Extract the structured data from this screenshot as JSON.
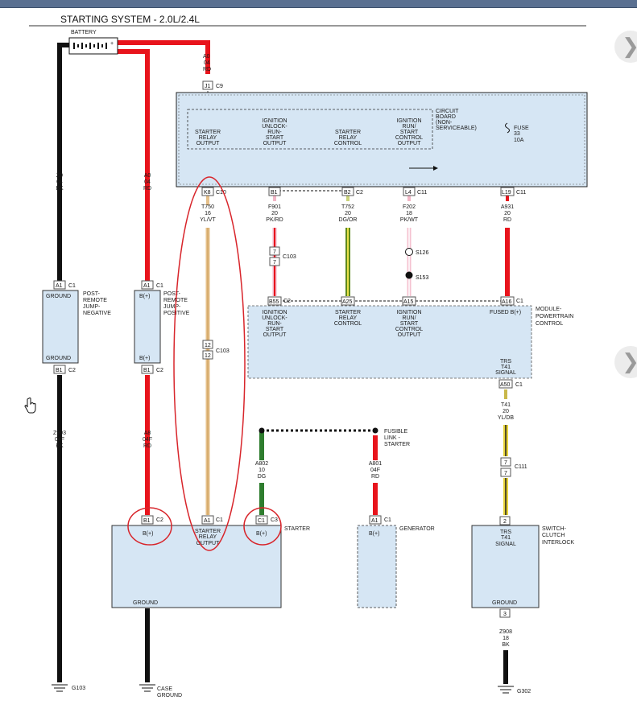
{
  "title": "STARTING SYSTEM - 2.0L/2.4L",
  "battery": {
    "label": "BATTERY"
  },
  "wires": {
    "a0_top": [
      "A0",
      "04",
      "RD"
    ],
    "z0": [
      "Z0",
      "04",
      "BK"
    ],
    "a0_left": [
      "A0",
      "04",
      "RD"
    ],
    "t750": [
      "T750",
      "16",
      "YL/VT"
    ],
    "f901": [
      "F901",
      "20",
      "PK/RD"
    ],
    "t752": [
      "T752",
      "20",
      "DG/OR"
    ],
    "f202": [
      "F202",
      "18",
      "PK/WT"
    ],
    "a931": [
      "A931",
      "20",
      "RD"
    ],
    "z903": [
      "Z903",
      "04F",
      "BK"
    ],
    "a8": [
      "A8",
      "04F",
      "RD"
    ],
    "a802": [
      "A802",
      "10",
      "DG"
    ],
    "a801": [
      "A801",
      "04F",
      "RD"
    ],
    "t41": [
      "T41",
      "20",
      "YL/DB"
    ],
    "z908": [
      "Z908",
      "18",
      "BK"
    ]
  },
  "connectors": {
    "j1": "J1",
    "c9": "C9",
    "k8": "K8",
    "c10": "C10",
    "b1_top": "B1",
    "c2_top": "C2",
    "b2": "B2",
    "c2_b2": "C2",
    "l4": "L4",
    "c11": "C11",
    "l19": "L19",
    "c11_l19": "C11",
    "c103": "C103",
    "pin7a": "7",
    "pin7b": "7",
    "c103_b": "C103",
    "pin12a": "12",
    "pin12b": "12",
    "s126": "S126",
    "s153": "S153",
    "b55": "B55",
    "c2_b55": "C2",
    "a25": "A25",
    "a15": "A15",
    "a16": "A16",
    "c1_a16": "C1",
    "a1_left": "A1",
    "c1_left": "C1",
    "b1_left": "B1",
    "c2_left": "C2",
    "a1_mid": "A1",
    "c1_mid": "C1",
    "b1_mid": "B1",
    "c2_mid": "C2",
    "a50": "A50",
    "c1_a50": "C1",
    "c111": "C111",
    "pin7c": "7",
    "pin7d": "7",
    "b1_starter": "B1",
    "c2_starter": "C2",
    "a1_starter": "A1",
    "c1_starter": "C1",
    "c1_b": "C1",
    "c3": "C3",
    "a1_gen": "A1",
    "c1_gen": "C1",
    "pin2": "2",
    "pin3": "3"
  },
  "circuit_board": {
    "title": [
      "CIRCUIT",
      "BOARD",
      "(NON-",
      "SERVICEABLE)"
    ],
    "starter_relay_output": [
      "STARTER",
      "RELAY",
      "OUTPUT"
    ],
    "ign_unlock": [
      "IGNITION",
      "UNLOCK-",
      "RUN-",
      "START",
      "OUTPUT"
    ],
    "starter_relay_control": [
      "STARTER",
      "RELAY",
      "CONTROL"
    ],
    "ign_run_start": [
      "IGNITION",
      "RUN/",
      "START",
      "CONTROL",
      "OUTPUT"
    ],
    "fuse": [
      "FUSE",
      "33",
      "10A"
    ]
  },
  "pcm": {
    "title": [
      "MODULE-",
      "POWERTRAIN",
      "CONTROL"
    ],
    "ign_unlock": [
      "IGNITION",
      "UNLOCK-",
      "RUN-",
      "START",
      "OUTPUT"
    ],
    "starter_relay_control": [
      "STARTER",
      "RELAY",
      "CONTROL"
    ],
    "ign_run_start": [
      "IGNITION",
      "RUN/",
      "START",
      "CONTROL",
      "OUTPUT"
    ],
    "fused_b": "FUSED B(+)",
    "trs": [
      "TRS",
      "T41",
      "SIGNAL"
    ]
  },
  "jump_neg": {
    "label": [
      "POST-",
      "REMOTE",
      "JUMP-",
      "NEGATIVE"
    ],
    "top": "GROUND",
    "bottom": "GROUND"
  },
  "jump_pos": {
    "label": [
      "POST-",
      "REMOTE",
      "JUMP-",
      "POSITIVE"
    ],
    "top": "B(+)",
    "bottom": "B(+)"
  },
  "starter": {
    "label": "STARTER",
    "b_left": "B(+)",
    "relay_output": [
      "STARTER",
      "RELAY",
      "OUTPUT"
    ],
    "b_right": "B(+)",
    "ground": "GROUND"
  },
  "fusible_link": [
    "FUSIBLE",
    "LINK -",
    "STARTER"
  ],
  "generator": {
    "label": "GENERATOR",
    "b": "B(+)"
  },
  "switch": {
    "label": [
      "SWITCH-",
      "CLUTCH",
      "INTERLOCK"
    ],
    "trs": [
      "TRS",
      "T41",
      "SIGNAL"
    ],
    "ground": "GROUND"
  },
  "grounds": {
    "g103": "G103",
    "case": [
      "CASE",
      "GROUND"
    ],
    "g302": "G302"
  },
  "nav": {
    "next_glyph": "❯"
  },
  "colors": {
    "red": "#e8141c",
    "black": "#111111",
    "green": "#2e7d2e",
    "yellow": "#e8c84a",
    "tan": "#e6c08a",
    "pink": "#f2b6c6",
    "box": "#d6e6f4",
    "annotation": "#d8252b"
  }
}
